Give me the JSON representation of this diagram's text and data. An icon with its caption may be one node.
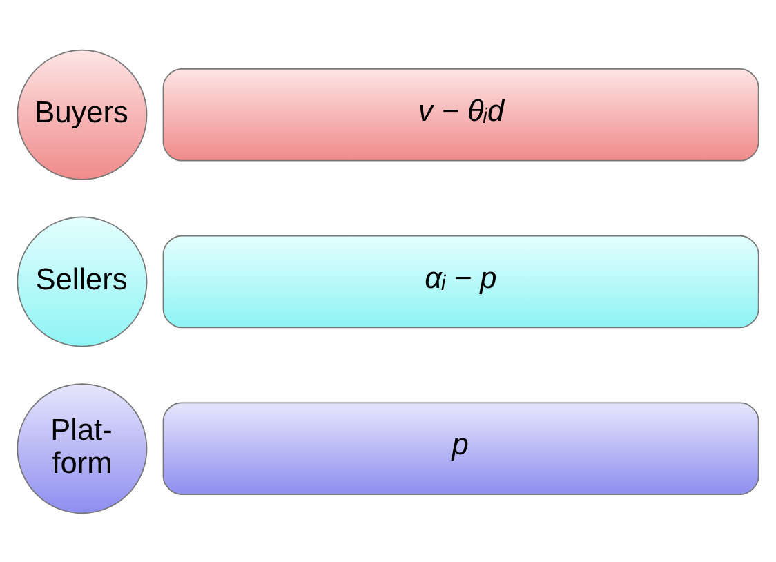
{
  "diagram": {
    "nodes": [
      {
        "text": [
          "Buyers"
        ]
      },
      {
        "text": [
          "v − θᵢd"
        ]
      },
      {
        "text": [
          "Sellers"
        ]
      },
      {
        "text": [
          "αᵢ − p"
        ]
      },
      {
        "text": [
          "Plat- form"
        ]
      },
      {
        "text": [
          "p"
        ]
      }
    ]
  }
}
